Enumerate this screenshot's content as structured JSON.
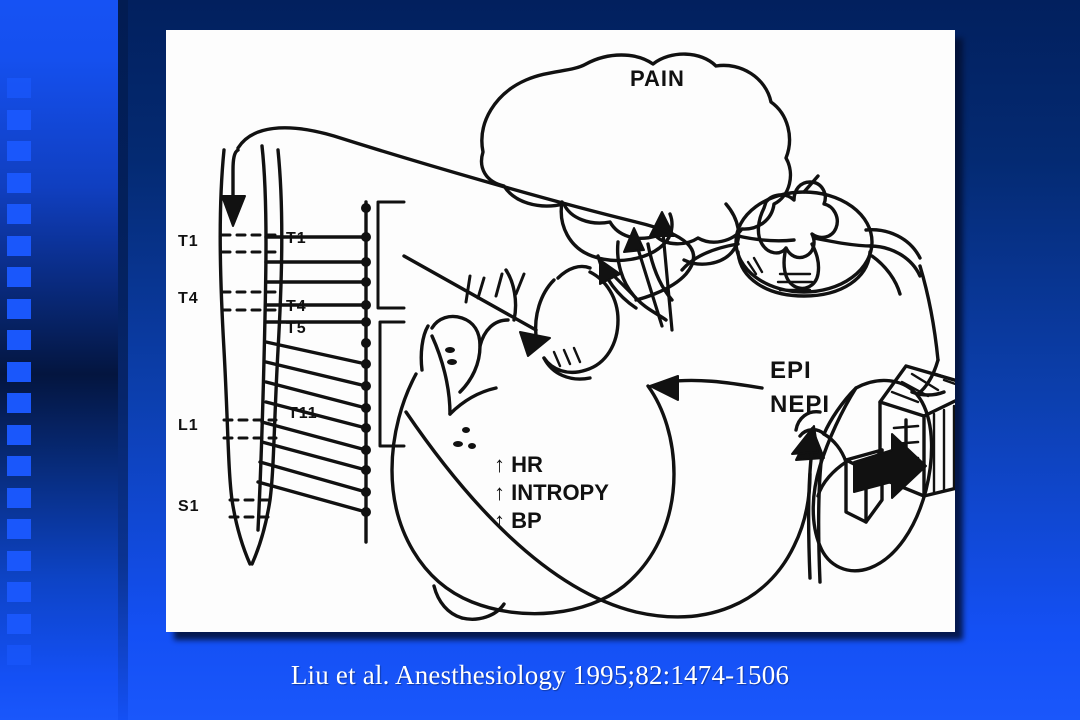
{
  "slide": {
    "background": {
      "top_color": "#02205e",
      "bottom_color": "#1a57fb",
      "sidebar_accent": "#1a57fb"
    },
    "caption": "Liu et al. Anesthesiology 1995;82:1474-1506"
  },
  "figure": {
    "title": "Cardiac sympathetic innervation and pain pathway diagram",
    "style": {
      "ink": "#111111",
      "paper": "#fdfdfd"
    },
    "labels": {
      "brain": "PAIN",
      "spine_left": [
        "T1",
        "T4",
        "L1",
        "S1"
      ],
      "nerve_roots": [
        "T1",
        "T4",
        "T5",
        "T11"
      ],
      "catecholamines": [
        "EPI",
        "NEPI"
      ],
      "cardiac_effects": [
        "HR",
        "INTROPY",
        "BP"
      ],
      "cardiac_effect_arrow": "↑"
    },
    "parts": [
      "brain",
      "spinal-cord-column",
      "spinal-cord-cross-section",
      "heart",
      "kidney",
      "adrenal-gland"
    ]
  }
}
